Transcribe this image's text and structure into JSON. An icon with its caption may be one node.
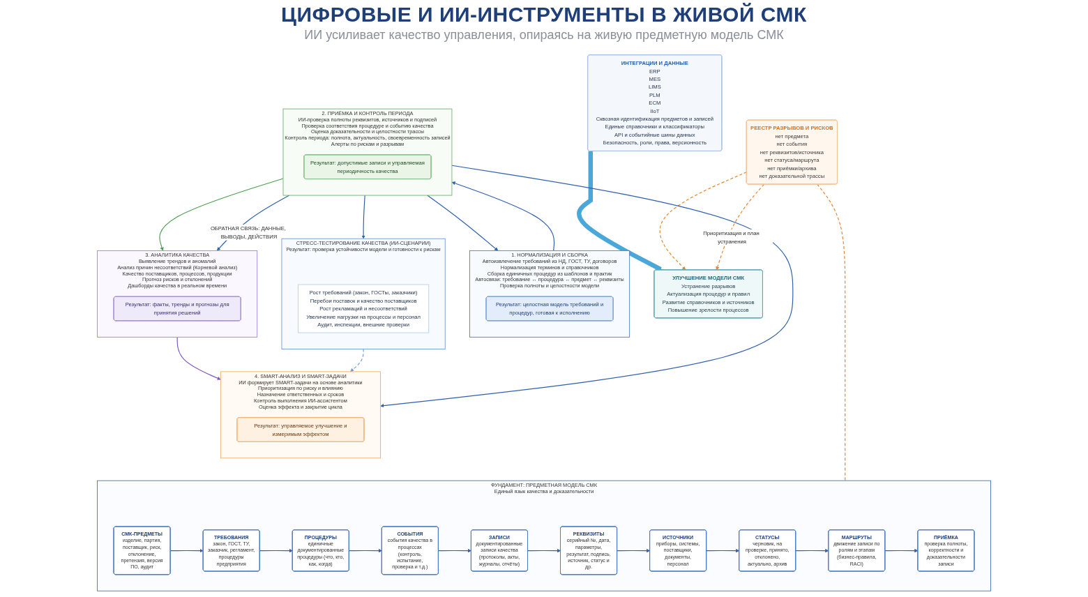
{
  "diagram": {
    "title": "ЦИФРОВЫЕ И ИИ-ИНСТРУМЕНТЫ В ЖИВОЙ СМК",
    "nodes": [
      {
        "text": [
          "1. НОРМАЛИЗАЦИЯ И СБОРКА",
          "Автоизвлечение требований из НД, ГОСТ, ТУ, договоров",
          "Нормализация терминов и справочников",
          "Сборка единичных процедур из шаблонов и практик",
          "Автосвязи: требование ↔ процедура ↔ предмет ↔ реквизиты",
          "Проверка полноты и целостности модели"
        ]
      },
      {
        "text": [
          "Результат: целостная модель требований и процедур, готовая к исполнению"
        ],
        "in": 0
      },
      {
        "text": [
          "2. ПРИЁМКА И КОНТРОЛЬ ПЕРИОДА",
          "ИИ-проверка полноты реквизитов, источников и подписей",
          "Проверка соответствия процедуре и событию качества",
          "Оценка доказательности и целостности трассы",
          "Контроль периода: полнота, актуальность, своевременность записей",
          "Алерты по рискам и разрывам"
        ]
      },
      {
        "text": [
          "Результат: допустимые записи и управляемая периодичность качества"
        ],
        "in": 2
      },
      {
        "text": [
          "3. АНАЛИТИКА КАЧЕСТВА",
          "Выявление трендов и аномалий",
          "Анализ причин несоответствий (Корневой анализ)",
          "Качество поставщиков, процессов, продукции",
          "Прогноз рисков и отклонений",
          "Дашборды качества в реальном времени"
        ]
      },
      {
        "text": [
          "Результат: факты, тренды и прогнозы для принятия решений"
        ],
        "in": 4
      },
      {
        "text": [
          "4. SMART-АНАЛИЗ И SMART-ЗАДАЧИ",
          "ИИ формирует SMART-задачи на основе аналитики",
          "Приоритизация по риску и влиянию",
          "Назначение ответственных и сроков",
          "Контроль выполнения ИИ-ассистентом",
          "Оценка эффекта и закрытие цикла"
        ]
      },
      {
        "text": [
          "Результат: управляемое улучшение и измеримым эффектом"
        ],
        "in": 6
      },
      {
        "text": [
          "СТРЕСС-ТЕСТИРОВАНИЕ КАЧЕСТВА (ИИ-СЦЕНАРИИ)",
          "Результат: проверка устойчивости модели и готовности к рискам"
        ]
      },
      {
        "text": [
          "Рост требований (закон, ГОСТы, заказчики)",
          "Перебои поставок и качество поставщиков",
          "Рост рекламаций и несоответствий",
          "Увеличение нагрузки на процессы и персонал",
          "Аудит, инспекции, внешние проверки"
        ],
        "in": 8
      },
      {
        "text": [
          "ФУНДАМЕНТ: ПРЕДМЕТНАЯ МОДЕЛЬ СМК",
          "Единый язык качества и доказательности"
        ]
      },
      {
        "text": [
          "СМК-ПРЕДМЕТЫ",
          "изделие, партия, поставщик, риск, отклонение, претензия, версия ПО, аудит"
        ],
        "in": 10
      },
      {
        "text": [
          "ТРЕБОВАНИЯ",
          "закон, ГОСТ, ТУ, заказчик, регламент, процедуры предприятия"
        ],
        "in": 10
      },
      {
        "text": [
          "ПРОЦЕДУРЫ",
          "единичные документированные процедуры (что, кто, как, когда)"
        ],
        "in": 10
      },
      {
        "text": [
          "СОБЫТИЯ",
          "события качества в процессах (контроль, испытание, проверка и т.д.)"
        ],
        "in": 10
      },
      {
        "text": [
          "ЗАПИСИ",
          "документированные записи качества (протоколы, акты, журналы, отчёты)"
        ],
        "in": 10
      },
      {
        "text": [
          "РЕКВИЗИТЫ",
          "серийный №, дата, параметры, результат, подпись, источник, статус и др."
        ],
        "in": 10
      },
      {
        "text": [
          "ИСТОЧНИКИ",
          "приборы, системы, поставщики, документы, персонал"
        ],
        "in": 10
      },
      {
        "text": [
          "СТАТУСЫ",
          "черновик, на проверке, принято, отклонено, актуально, архив"
        ],
        "in": 10
      },
      {
        "text": [
          "МАРШРУТЫ",
          "движение записи по ролям и этапам (бизнес-правила, RACI)"
        ],
        "in": 10
      },
      {
        "text": [
          "ПРИЁМКА",
          "проверка полноты, корректности и доказательности записи"
        ],
        "in": 10
      },
      {
        "text": [
          "ИНТЕГРАЦИИ И ДАННЫЕ",
          "ERP",
          "MES",
          "LIMS",
          "PLM",
          "ECM",
          "IIoT",
          "Сквозная идентификация предметов и записей",
          "Единые справочники и классификаторы",
          "API и событийные шины данных",
          "Безопасность, роли, права, версионность"
        ]
      },
      {
        "text": [
          "УЛУЧШЕНИЕ МОДЕЛИ СМК",
          "Устранение разрывов",
          "Актуализация процедур и правил",
          "Развитие справочников и источников",
          "Повышение зрелости процессов"
        ]
      },
      {
        "text": [
          "РЕЕСТР РАЗРЫВОВ И РИСКОВ",
          "нет предмета",
          "нет события",
          "нет реквизитов/источника",
          "нет статуса/маршрута",
          "нет приёмки/архива",
          "нет доказательной трассы"
        ]
      }
    ],
    "edges": [
      {
        "from": 0,
        "to": 2,
        "arrow": "to"
      },
      {
        "from": 2,
        "to": 4,
        "arrow": "to",
        "color": "#4c9f4f"
      },
      {
        "from": 4,
        "to": 6,
        "arrow": "to",
        "color": "#7a52c7"
      },
      {
        "from": 8,
        "to": 6,
        "arrow": "to",
        "style": "dashed",
        "color": "#6f9bd9"
      },
      {
        "from": 2,
        "to": 0,
        "arrow": "to"
      },
      {
        "from": 2,
        "to": 4,
        "arrow": "to",
        "label": "ОБРАТНАЯ СВЯЗЬ: ДАННЫЕ, ВЫВОДЫ, ДЕЙСТВИЯ"
      },
      {
        "from": 2,
        "to": 6,
        "arrow": "to"
      },
      {
        "from": 2,
        "to": 8,
        "arrow": "to"
      },
      {
        "from": 11,
        "to": 12,
        "arrow": "to"
      },
      {
        "from": 12,
        "to": 13,
        "arrow": "to"
      },
      {
        "from": 13,
        "to": 14,
        "arrow": "to"
      },
      {
        "from": 14,
        "to": 15,
        "arrow": "to"
      },
      {
        "from": 15,
        "to": 16,
        "arrow": "to"
      },
      {
        "from": 16,
        "to": 17,
        "arrow": "to"
      },
      {
        "from": 17,
        "to": 18,
        "arrow": "to"
      },
      {
        "from": 18,
        "to": 19,
        "arrow": "to"
      },
      {
        "from": 19,
        "to": 20,
        "arrow": "to"
      },
      {
        "from": 21,
        "to": 22,
        "arrow": "to",
        "style": "thick",
        "color": "#4aa7d9"
      },
      {
        "from": 23,
        "to": 22,
        "arrow": "to",
        "style": "dashed",
        "color": "#e8832a"
      },
      {
        "from": 23,
        "to": 10,
        "arrow": "none",
        "style": "dashed",
        "color": "#e8832a"
      },
      {
        "from": 23,
        "to": 22,
        "arrow": "to",
        "style": "dashed",
        "color": "#e8832a",
        "label": "Приоритизация и план устранения"
      }
    ],
    "labels": [
      "ИИ усиливает качество управления, опираясь на живую предметную модель СМК"
    ]
  }
}
